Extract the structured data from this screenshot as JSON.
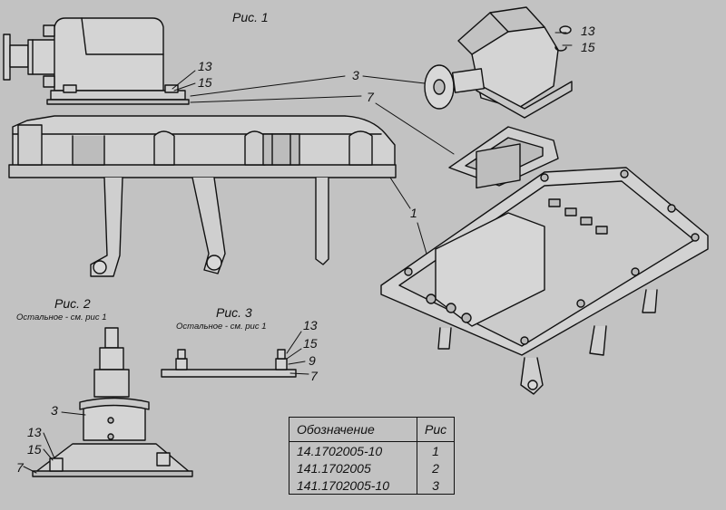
{
  "figures": {
    "fig1": "Рис. 1",
    "fig2": "Рис. 2",
    "fig2_note": "Остальное - см. рис 1",
    "fig3": "Рис. 3",
    "fig3_note": "Остальное - см. рис 1"
  },
  "callouts": {
    "fig1_13": "13",
    "fig1_15": "15",
    "fig1_3": "3",
    "fig1_7": "7",
    "fig1_1": "1",
    "fig1_r13": "13",
    "fig1_r15": "15",
    "fig2_3": "3",
    "fig2_13": "13",
    "fig2_15": "15",
    "fig2_7": "7",
    "fig3_13": "13",
    "fig3_15": "15",
    "fig3_9": "9",
    "fig3_7": "7"
  },
  "table": {
    "headers": [
      "Обозначение",
      "Рис"
    ],
    "rows": [
      [
        "14.1702005-10",
        "1"
      ],
      [
        "141.1702005",
        "2"
      ],
      [
        "141.1702005-10",
        "3"
      ]
    ]
  }
}
